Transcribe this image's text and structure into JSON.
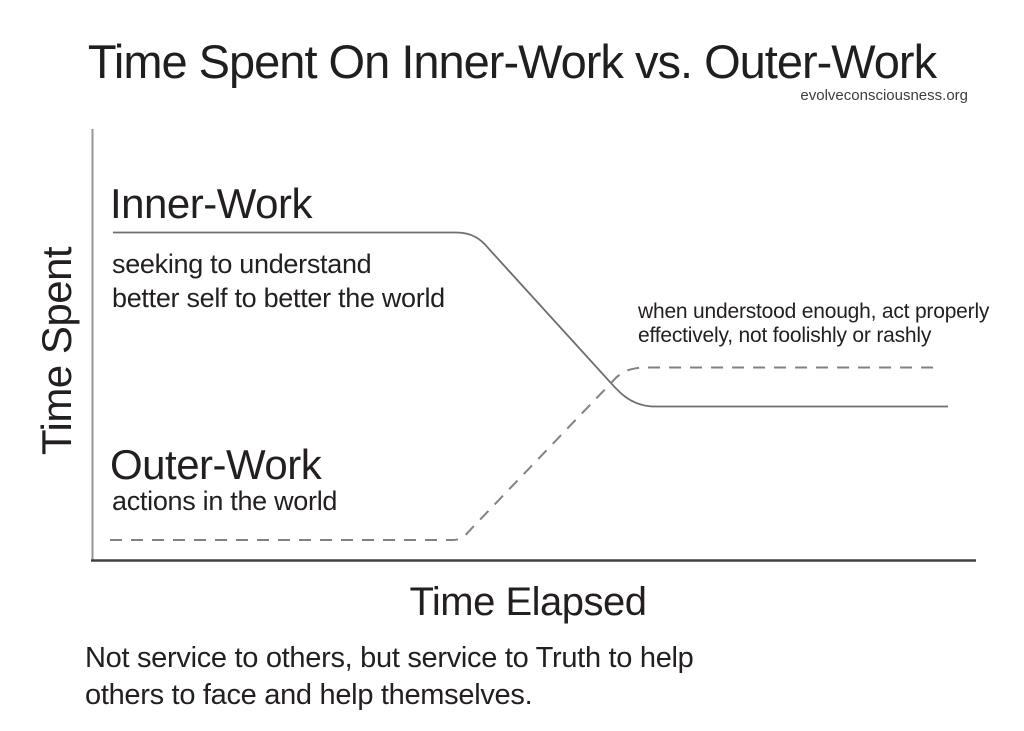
{
  "page": {
    "title": "Time Spent On Inner-Work vs. Outer-Work",
    "credit": "evolveconsciousness.org"
  },
  "chart": {
    "y_axis_label": "Time Spent",
    "x_axis_label": "Time Elapsed",
    "inner_work": {
      "label": "Inner-Work",
      "desc_line1": "seeking to understand",
      "desc_line2": "better self to better the world"
    },
    "outer_work": {
      "label": "Outer-Work",
      "desc_line1": "actions in the world"
    },
    "annotation": {
      "line1": "when understood enough, act properly",
      "line2": "effectively, not foolishly or rashly"
    }
  },
  "footnote": {
    "line1": "Not service to others, but service to Truth to help",
    "line2": "others to face and help themselves."
  },
  "colors": {
    "text": "#231f20",
    "solid_line": "#6d6e71",
    "dashed_line": "#808285",
    "x_axis": "#404040",
    "y_axis": "#939598"
  },
  "chart_data": {
    "type": "line",
    "title": "Time Spent On Inner-Work vs. Outer-Work",
    "xlabel": "Time Elapsed",
    "ylabel": "Time Spent",
    "axes_numeric": false,
    "xlim_normalized": [
      0,
      1
    ],
    "ylim_normalized": [
      0,
      1
    ],
    "grid": false,
    "legend": "inline-labels",
    "series": [
      {
        "name": "Inner-Work",
        "line_style": "solid",
        "description": "seeking to understand better self to better the world",
        "x": [
          0.02,
          0.41,
          0.63,
          0.97
        ],
        "y": [
          0.76,
          0.76,
          0.36,
          0.36
        ],
        "shape": "high plateau, smooth sigmoid decline, lower plateau"
      },
      {
        "name": "Outer-Work",
        "line_style": "dashed",
        "description": "actions in the world",
        "x": [
          0.02,
          0.41,
          0.63,
          0.96
        ],
        "y": [
          0.05,
          0.05,
          0.45,
          0.45
        ],
        "shape": "low plateau, smooth sigmoid rise, higher plateau crossing above Inner-Work"
      }
    ],
    "annotations": [
      "when understood enough, act properly effectively, not foolishly or rashly"
    ],
    "caption": "Not service to others, but service to Truth to help others to face and help themselves."
  }
}
